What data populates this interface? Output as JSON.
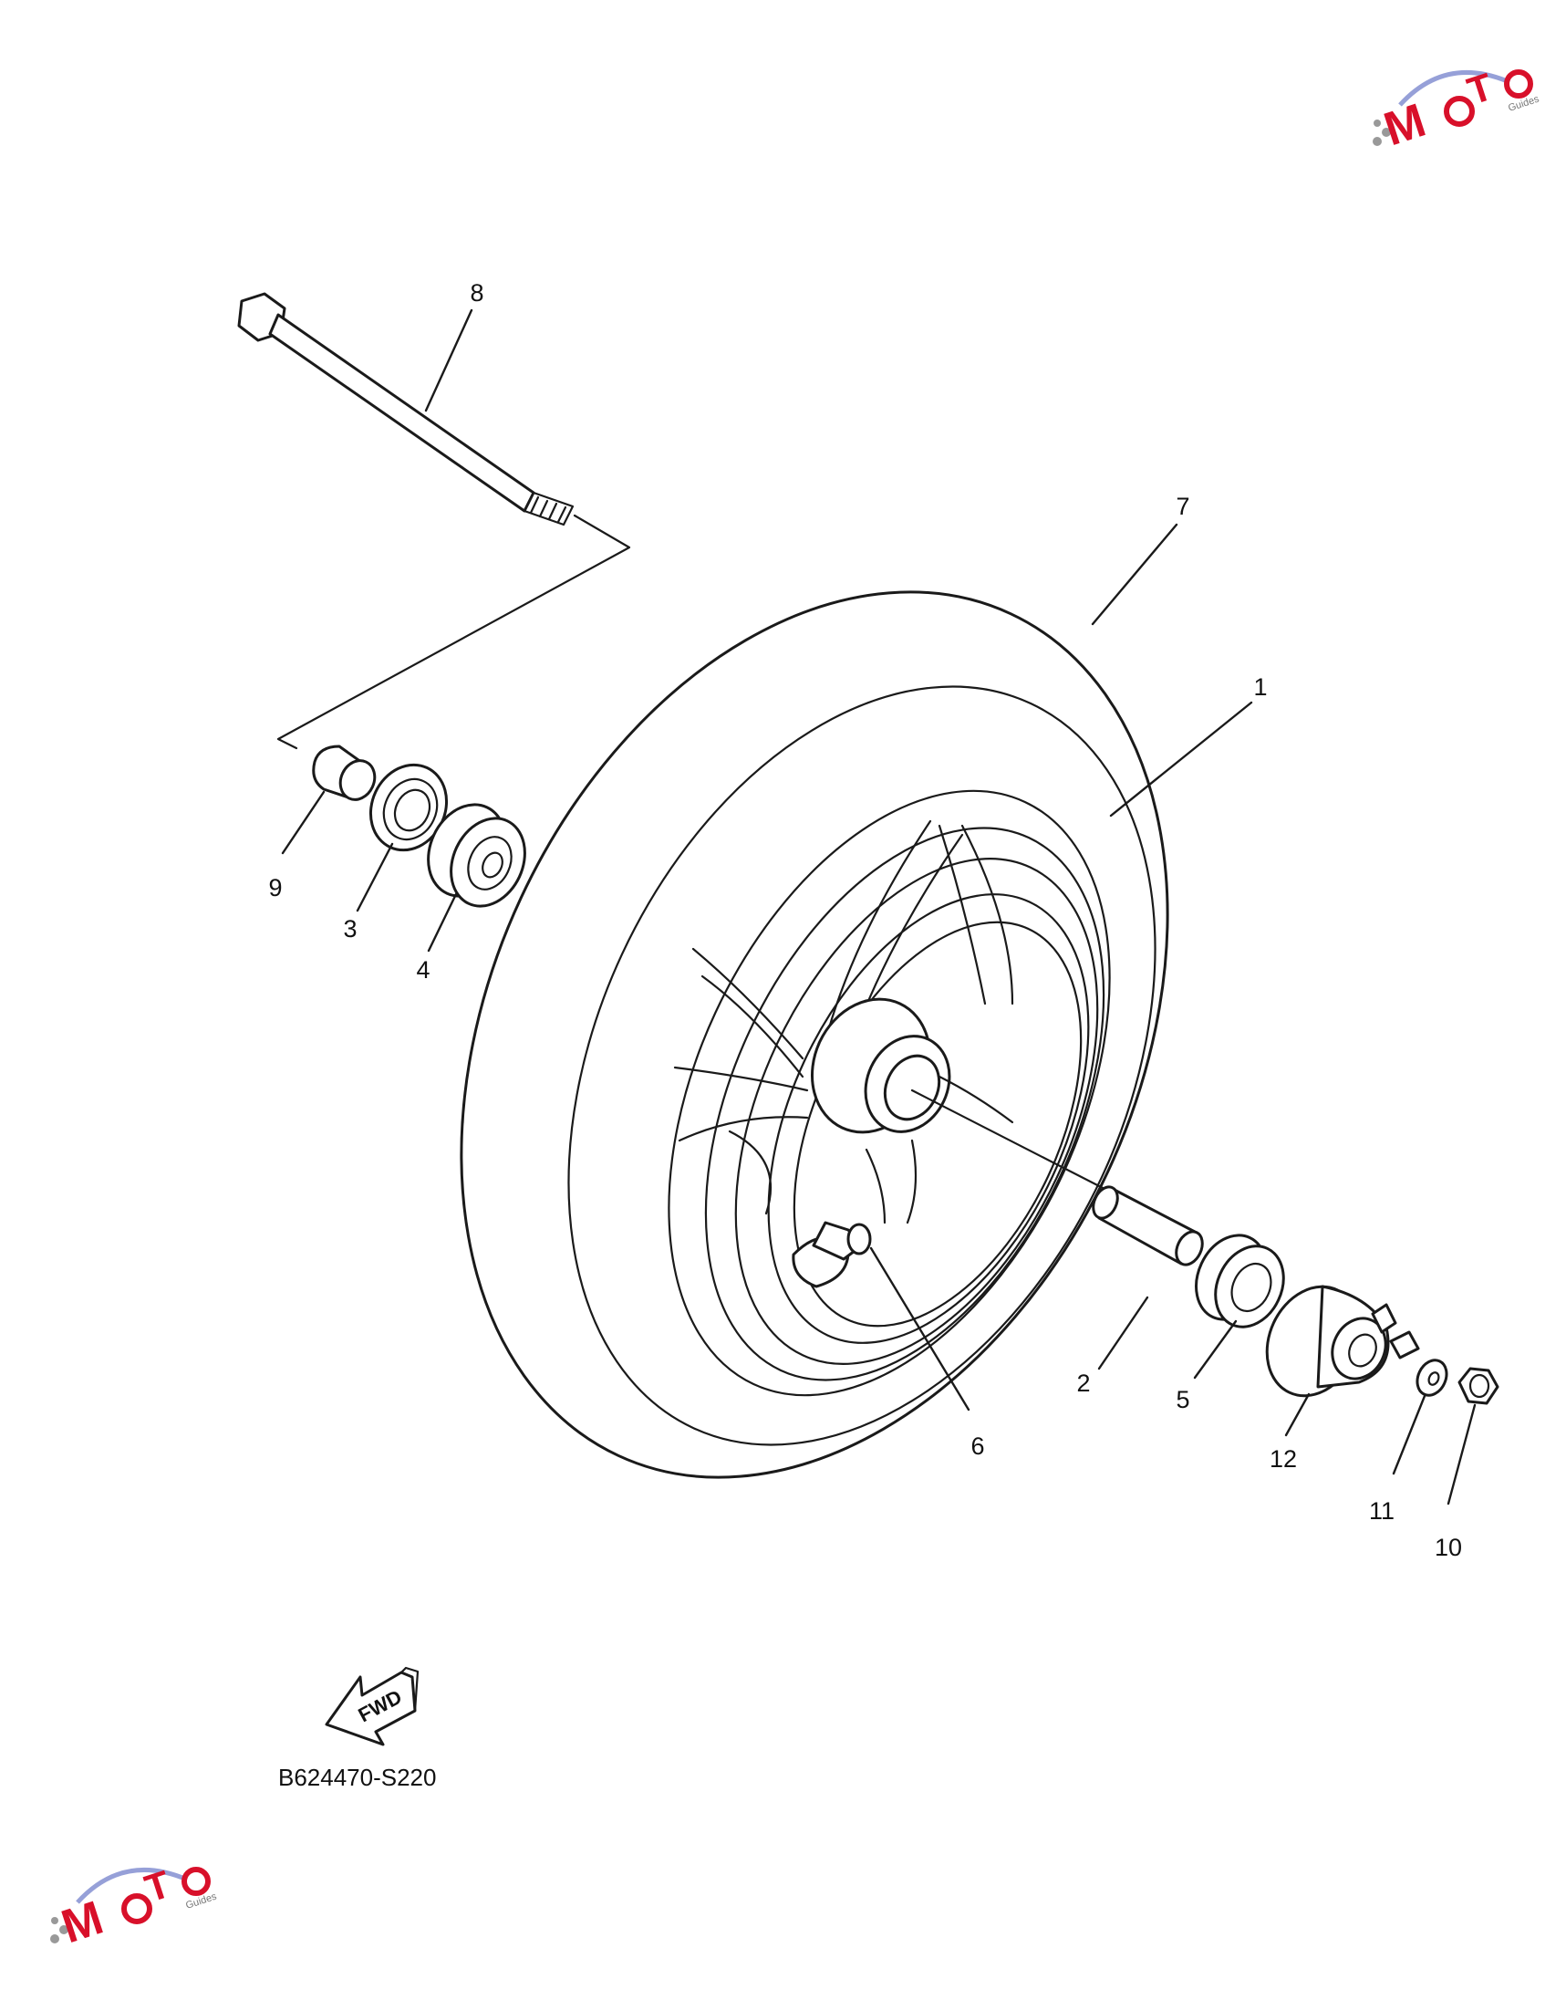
{
  "diagram": {
    "callouts": [
      {
        "id": 1,
        "label": "1"
      },
      {
        "id": 2,
        "label": "2"
      },
      {
        "id": 3,
        "label": "3"
      },
      {
        "id": 4,
        "label": "4"
      },
      {
        "id": 5,
        "label": "5"
      },
      {
        "id": 6,
        "label": "6"
      },
      {
        "id": 7,
        "label": "7"
      },
      {
        "id": 8,
        "label": "8"
      },
      {
        "id": 9,
        "label": "9"
      },
      {
        "id": 10,
        "label": "10"
      },
      {
        "id": 11,
        "label": "11"
      },
      {
        "id": 12,
        "label": "12"
      }
    ],
    "fwd_label": "FWD",
    "drawing_code": "B624470-S220"
  },
  "watermark": {
    "brand": "MOTO",
    "sub": "Guides",
    "accent_color": "#d8102a",
    "swoosh_color": "#6a78c8"
  }
}
